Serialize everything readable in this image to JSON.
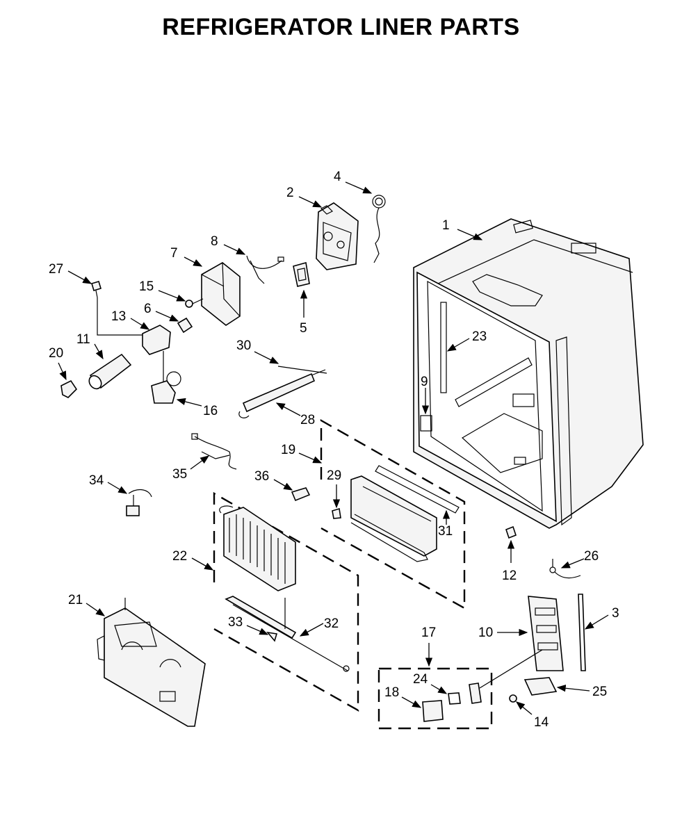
{
  "title": "REFRIGERATOR LINER PARTS",
  "callouts": [
    "1",
    "2",
    "3",
    "4",
    "5",
    "6",
    "7",
    "8",
    "9",
    "10",
    "11",
    "12",
    "13",
    "14",
    "15",
    "16",
    "17",
    "18",
    "19",
    "20",
    "21",
    "22",
    "23",
    "24",
    "25",
    "26",
    "27",
    "28",
    "29",
    "30",
    "31",
    "32",
    "33",
    "34",
    "35",
    "36"
  ]
}
